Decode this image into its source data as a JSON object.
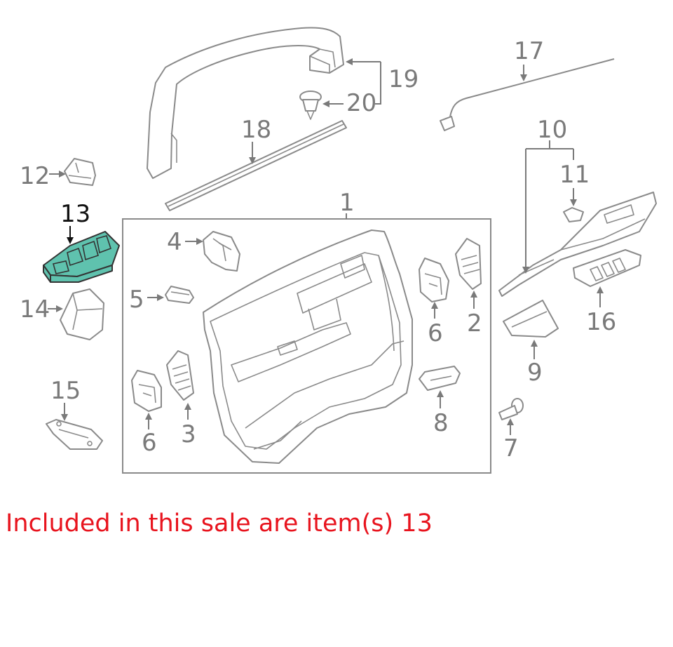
{
  "colors": {
    "highlight_fill": "#5fc2ae",
    "label_gray": "#7a7a7a",
    "label_highlight": "#111111",
    "sale_text": "#e8141e"
  },
  "labels": {
    "l1": "1",
    "l2": "2",
    "l3": "3",
    "l4": "4",
    "l5": "5",
    "l6a": "6",
    "l6b": "6",
    "l7": "7",
    "l8": "8",
    "l9": "9",
    "l10": "10",
    "l11": "11",
    "l12": "12",
    "l13": "13",
    "l14": "14",
    "l15": "15",
    "l16": "16",
    "l17": "17",
    "l18": "18",
    "l19": "19",
    "l20": "20"
  },
  "highlighted_item": "13",
  "sale_text": "Included in this sale are item(s) 13"
}
